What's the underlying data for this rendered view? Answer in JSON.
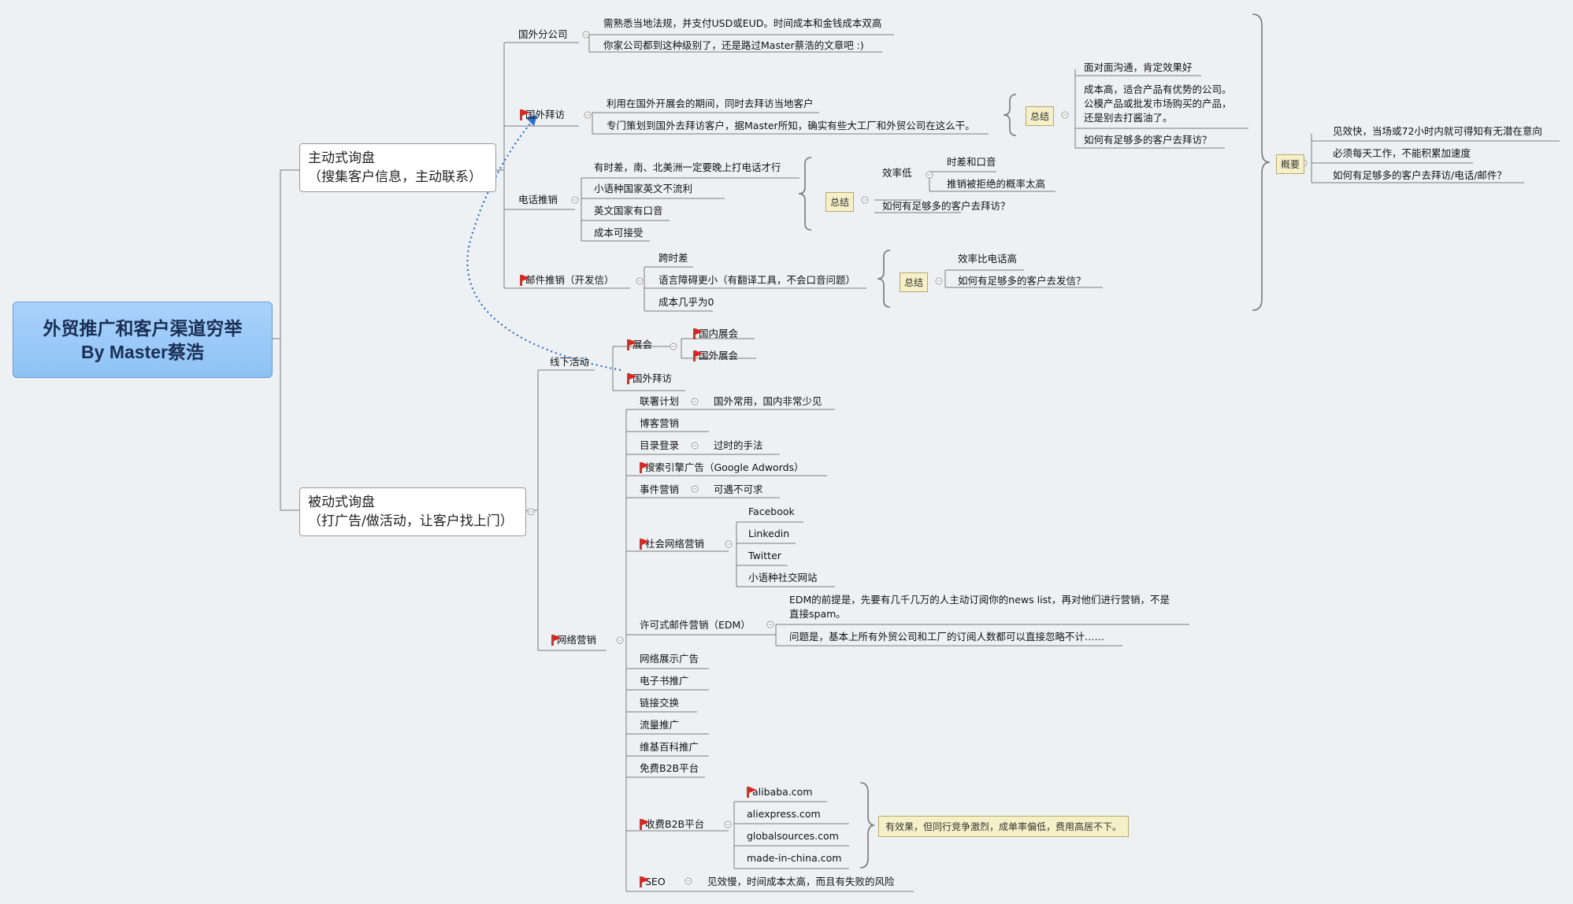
{
  "central": {
    "line1": "外贸推广和客户渠道穷举",
    "line2": "By Master蔡浩"
  },
  "active": {
    "title": "主动式询盘",
    "subtitle": "（搜集客户信息，主动联系）",
    "branch_overseas_office": {
      "label": "国外分公司",
      "items": [
        "需熟悉当地法规，并支付USD或EUD。时间成本和金钱成本双高",
        "你家公司都到这种级别了，还是路过Master蔡浩的文章吧 :)"
      ]
    },
    "branch_visit": {
      "label": "国外拜访",
      "items": [
        "利用在国外开展会的期间，同时去拜访当地客户",
        "专门策划到国外去拜访客户，据Master所知，确实有些大工厂和外贸公司在这么干。"
      ],
      "summary": "总结",
      "summary_items": [
        "面对面沟通，肯定效果好",
        "成本高，适合产品有优势的公司。",
        "公模产品或批发市场购买的产品，",
        "还是别去打酱油了。",
        "如何有足够多的客户去拜访？"
      ]
    },
    "branch_phone": {
      "label": "电话推销",
      "items": [
        "有时差，南、北美洲一定要晚上打电话才行",
        "小语种国家英文不流利",
        "英文国家有口音",
        "成本可接受"
      ],
      "summary": "总结",
      "efficiency_label": "效率低",
      "efficiency_items": [
        "时差和口音",
        "推销被拒绝的概率太高"
      ],
      "question": "如何有足够多的客户去拜访？"
    },
    "branch_email": {
      "label": "邮件推销（开发信）",
      "items": [
        "跨时差",
        "语言障碍更小（有翻译工具，不会口音问题）",
        "成本几乎为0"
      ],
      "summary": "总结",
      "summary_items": [
        "效率比电话高",
        "如何有足够多的客户去发信？"
      ]
    },
    "overview": {
      "label": "概要",
      "items": [
        "见效快，当场或72小时内就可得知有无潜在意向",
        "必须每天工作，不能积累加速度",
        "如何有足够多的客户去拜访/电话/邮件？"
      ]
    }
  },
  "passive": {
    "title": "被动式询盘",
    "subtitle": "（打广告/做活动，让客户找上门）",
    "offline": {
      "label": "线下活动",
      "expo": {
        "label": "展会",
        "items": [
          "国内展会",
          "国外展会"
        ]
      },
      "visit": "国外拜访"
    },
    "online": {
      "label": "网络营销",
      "affiliate": {
        "label": "联署计划",
        "note": "国外常用，国内非常少见"
      },
      "blog": "博客营销",
      "directory": {
        "label": "目录登录",
        "note": "过时的手法"
      },
      "sem": "搜索引擎广告（Google Adwords）",
      "event": {
        "label": "事件营销",
        "note": "可遇不可求"
      },
      "social": {
        "label": "社会网络营销",
        "items": [
          "Facebook",
          "Linkedin",
          "Twitter",
          "小语种社交网站"
        ]
      },
      "edm": {
        "label": "许可式邮件营销（EDM）",
        "note1_line1": "EDM的前提是，先要有几千几万的人主动订阅你的news list，再对他们进行营销，不是",
        "note1_line2": "直接spam。",
        "note2": "问题是，基本上所有外贸公司和工厂的订阅人数都可以直接忽略不计……"
      },
      "display_ads": "网络展示广告",
      "ebook": "电子书推广",
      "link_exchange": "链接交换",
      "traffic": "流量推广",
      "wiki": "维基百科推广",
      "free_b2b": "免费B2B平台",
      "paid_b2b": {
        "label": "收费B2B平台",
        "items": [
          "alibaba.com",
          "aliexpress.com",
          "globalsources.com",
          "made-in-china.com"
        ],
        "note": "有效果，但同行竞争激烈，成单率偏低，费用高居不下。"
      },
      "seo": {
        "label": "SEO",
        "note": "见效慢，时间成本太高，而且有失败的风险"
      }
    }
  },
  "colors": {
    "line": "#6f6f6f",
    "central_fill": "#99c9f7",
    "summary_fill": "#f6f0c8",
    "flag": "#e02020",
    "arrow": "#2a6fc8"
  },
  "icons": [
    "flag-icon",
    "collapse-icon",
    "brace-icon",
    "dotted-arrow-icon"
  ]
}
